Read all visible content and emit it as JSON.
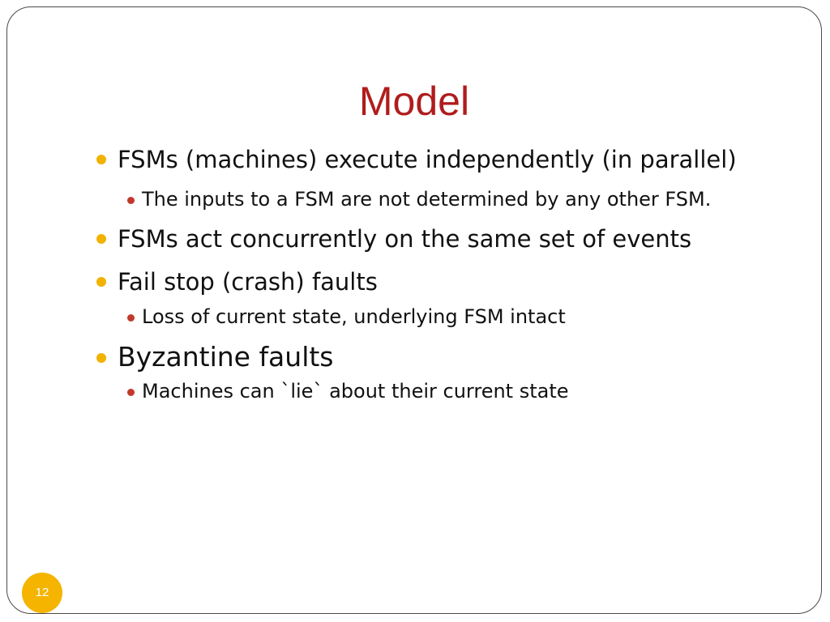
{
  "slide": {
    "title": "Model",
    "page_number": "12",
    "bullets": [
      {
        "text": "FSMs (machines) execute independently (in parallel)",
        "sub": [
          "The inputs to a FSM are not determined by any other FSM."
        ]
      },
      {
        "text": "FSMs act concurrently on the same set of events",
        "sub": []
      },
      {
        "text": "Fail stop (crash) faults",
        "sub": [
          "Loss of current state, underlying FSM intact"
        ]
      },
      {
        "text": "Byzantine faults",
        "sub": [
          "Machines can `lie` about their current state"
        ]
      }
    ],
    "colors": {
      "title": "#b01c1c",
      "bullet_level1": "#f2b200",
      "bullet_level2": "#c0392b",
      "page_badge": "#f4b400"
    }
  }
}
